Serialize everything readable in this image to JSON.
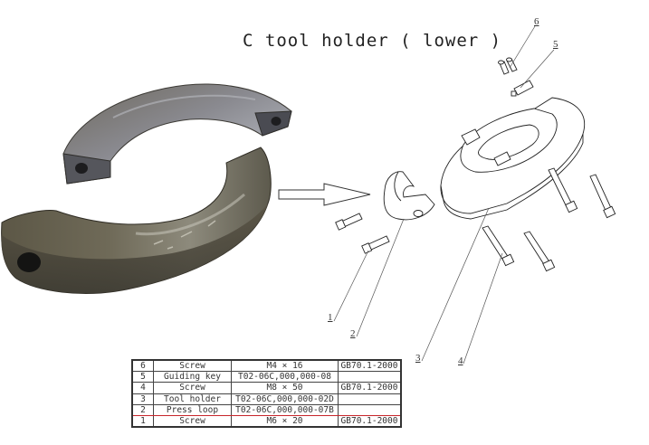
{
  "title": "C tool holder ( lower )",
  "photo": {
    "description": "photo of two steel C-shaped press loop halves",
    "icon": "metal-split-ring-photo"
  },
  "arrow": {
    "icon": "right-arrow-outline"
  },
  "callouts": [
    {
      "id": "1",
      "label": "1"
    },
    {
      "id": "2",
      "label": "2"
    },
    {
      "id": "3",
      "label": "3"
    },
    {
      "id": "4",
      "label": "4"
    },
    {
      "id": "5",
      "label": "5"
    },
    {
      "id": "6",
      "label": "6"
    }
  ],
  "bom": {
    "highlight_color": "#c8262b",
    "highlighted_row": "2",
    "rows": [
      {
        "no": "6",
        "name": "Screw",
        "code": "M4 × 16",
        "standard": "GB70.1-2000"
      },
      {
        "no": "5",
        "name": "Guiding key",
        "code": "T02-06C,000,000-08",
        "standard": ""
      },
      {
        "no": "4",
        "name": "Screw",
        "code": "M8 × 50",
        "standard": "GB70.1-2000"
      },
      {
        "no": "3",
        "name": "Tool holder",
        "code": "T02-06C,000,000-02D",
        "standard": ""
      },
      {
        "no": "2",
        "name": "Press loop",
        "code": "T02-06C,000,000-07B",
        "standard": ""
      },
      {
        "no": "1",
        "name": "Screw",
        "code": "M6 × 20",
        "standard": "GB70.1-2000"
      }
    ]
  }
}
